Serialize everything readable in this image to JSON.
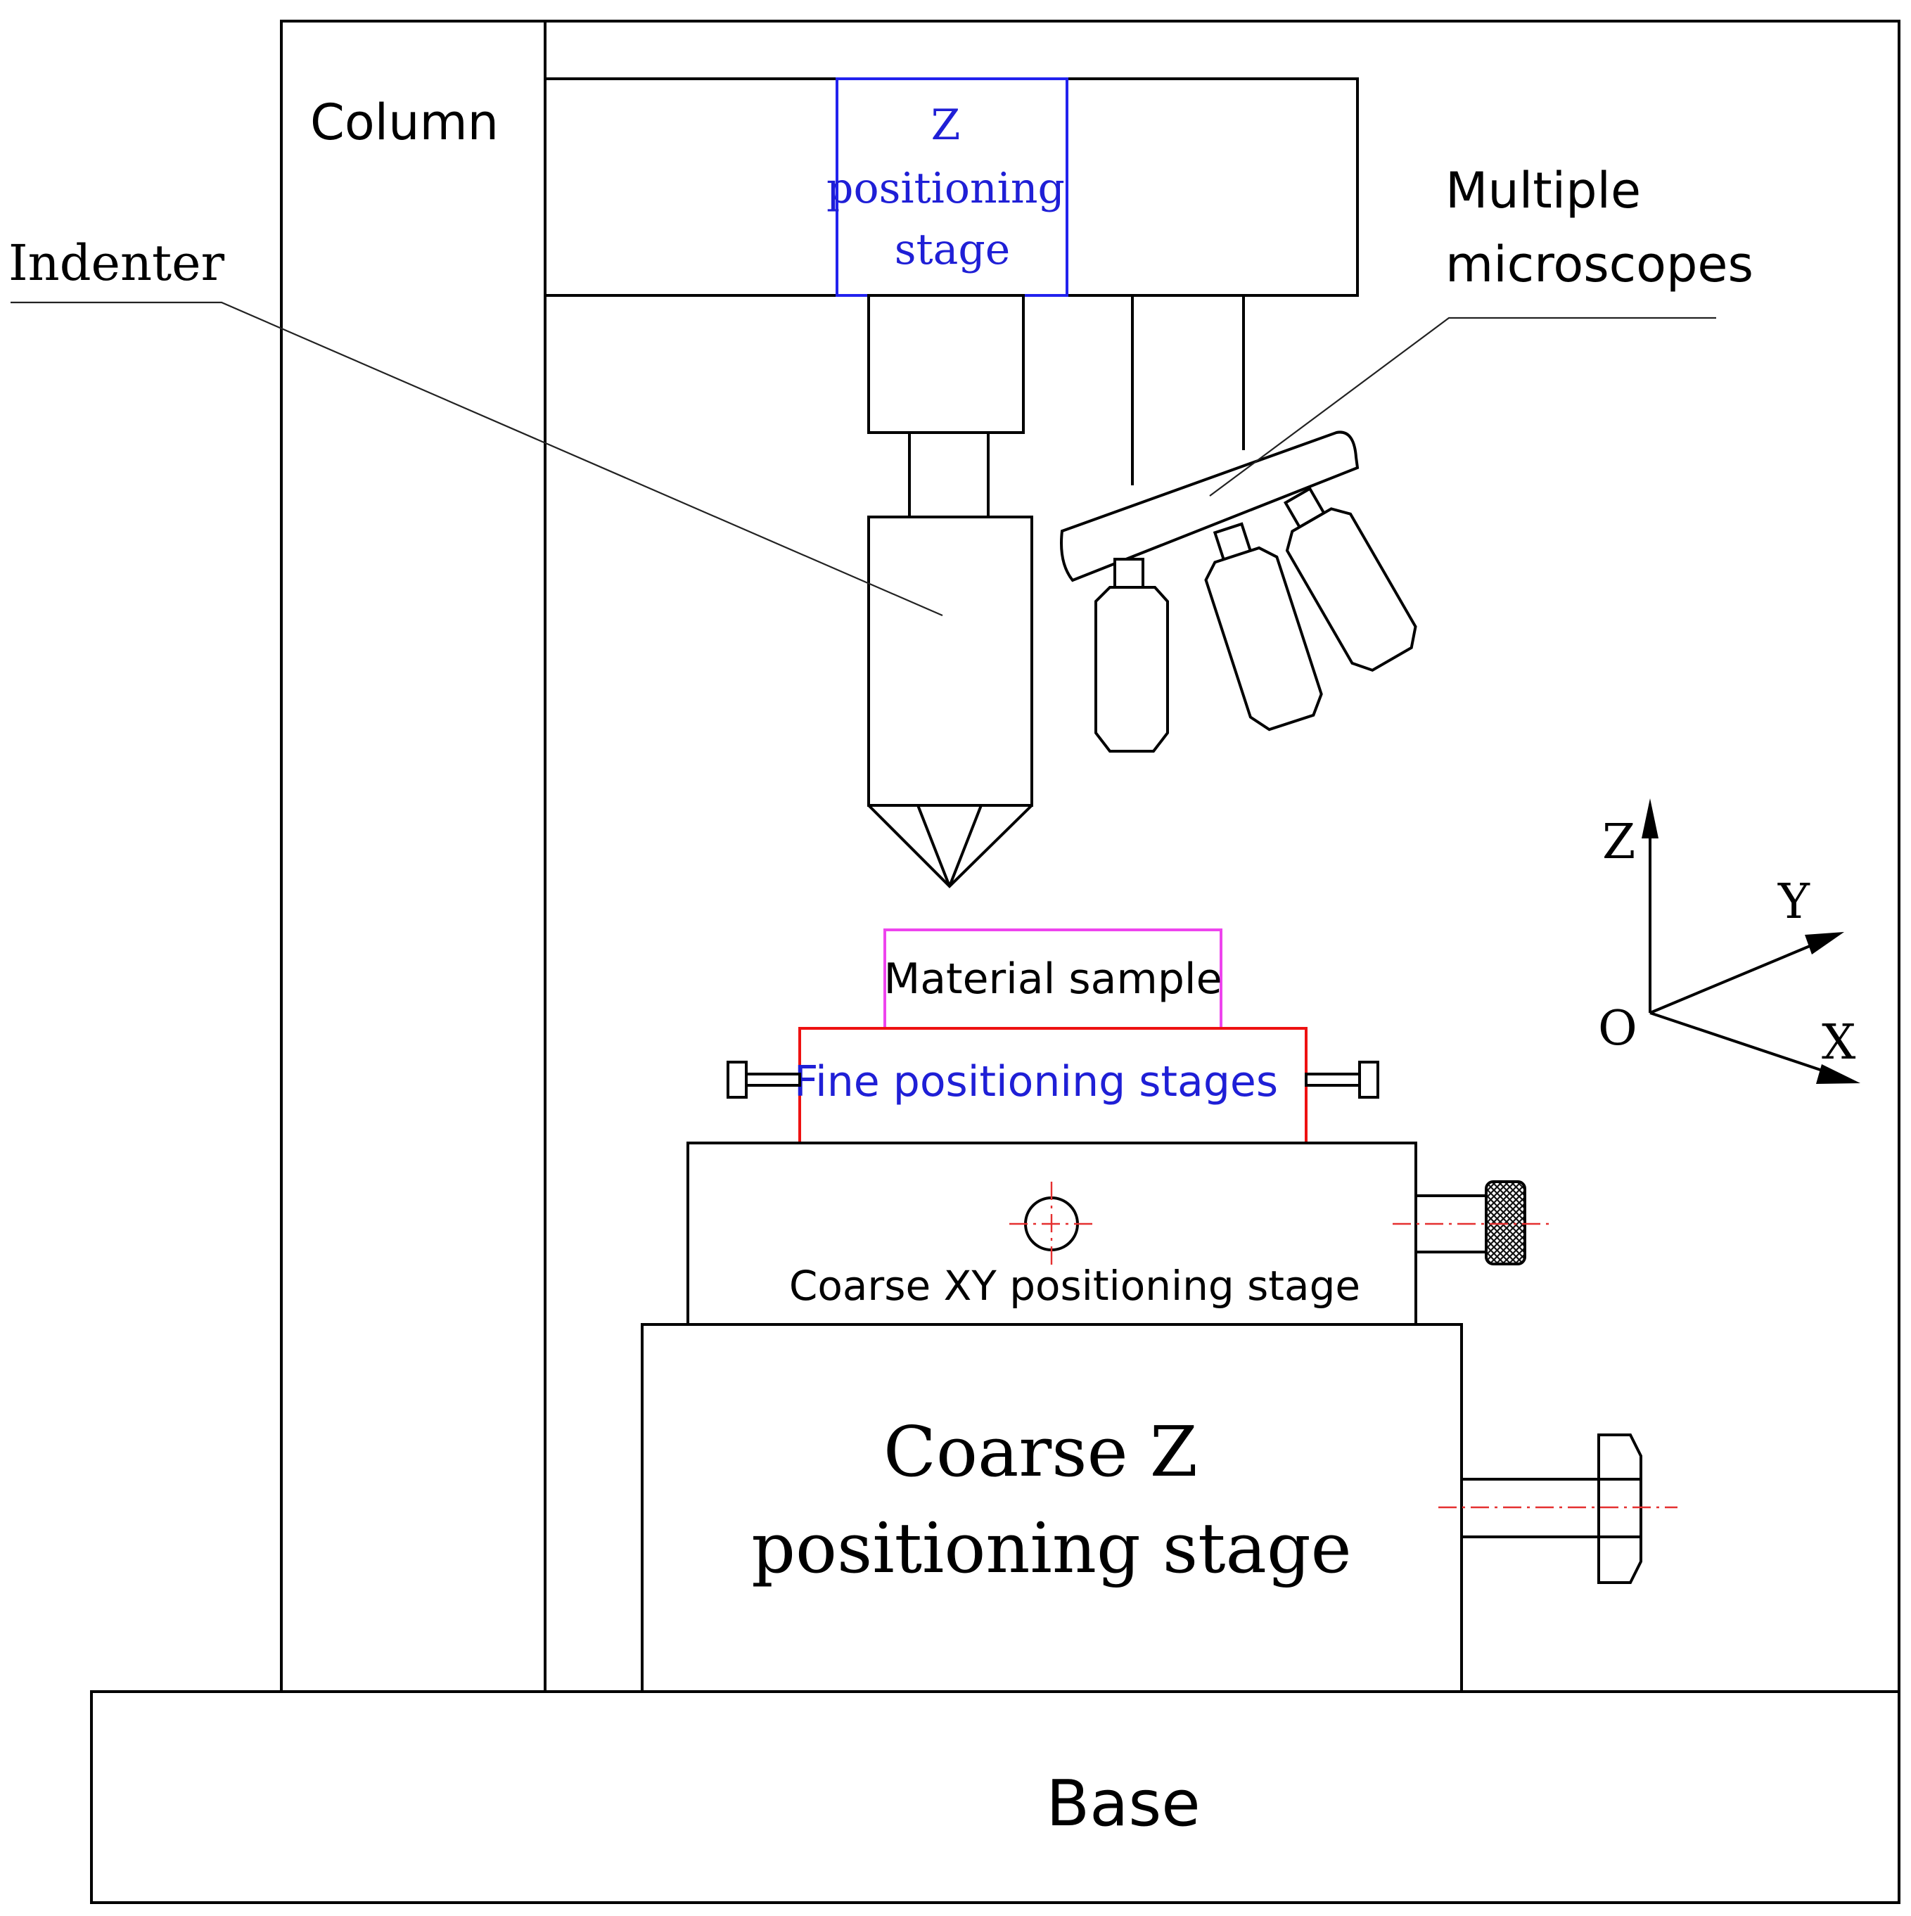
{
  "labels": {
    "column": "Column",
    "z_stage": [
      "Z",
      "positioning",
      "stage"
    ],
    "indenter": "Indenter",
    "microscopes": [
      "Multiple",
      "microscopes"
    ],
    "material_sample": "Material sample",
    "fine_stages": "Fine positioning stages",
    "coarse_xy": "Coarse XY positioning stage",
    "coarse_z": [
      "Coarse Z",
      "positioning stage"
    ],
    "base": "Base"
  },
  "axes": {
    "z": "Z",
    "y": "Y",
    "x": "X",
    "origin": "O"
  },
  "colors": {
    "z_stage_border": "#2222ee",
    "z_stage_text": "#1f1fd6",
    "sample_border": "#ee44ee",
    "fine_border": "#ee1111",
    "fine_text": "#1f1fd6",
    "center_line": "#e53030"
  }
}
